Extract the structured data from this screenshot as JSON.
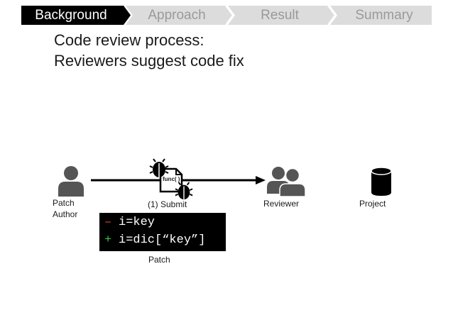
{
  "nav": {
    "steps": [
      {
        "label": "Background",
        "active": true
      },
      {
        "label": "Approach",
        "active": false
      },
      {
        "label": "Result",
        "active": false
      },
      {
        "label": "Summary",
        "active": false
      }
    ],
    "active_color": "#000000",
    "inactive_color": "#dcdcdc"
  },
  "title": {
    "line1": "Code review process:",
    "line2": "Reviewers suggest code fix"
  },
  "diagram": {
    "author_label_line1": "Patch",
    "author_label_line2": "Author",
    "submit_label": "(1) Submit",
    "reviewer_label": "Reviewer",
    "project_label": "Project",
    "func_label": "func( )",
    "icons": [
      "person-icon",
      "document-icon",
      "bug-icon",
      "people-icon",
      "database-icon",
      "arrow-right-icon"
    ]
  },
  "patch": {
    "removed_sign": "–",
    "removed_line": "i=key",
    "added_sign": "+",
    "added_line": "i=dic[“key”]",
    "caption": "Patch",
    "removed_color": "#e8412c",
    "added_color": "#3fbf3f"
  }
}
